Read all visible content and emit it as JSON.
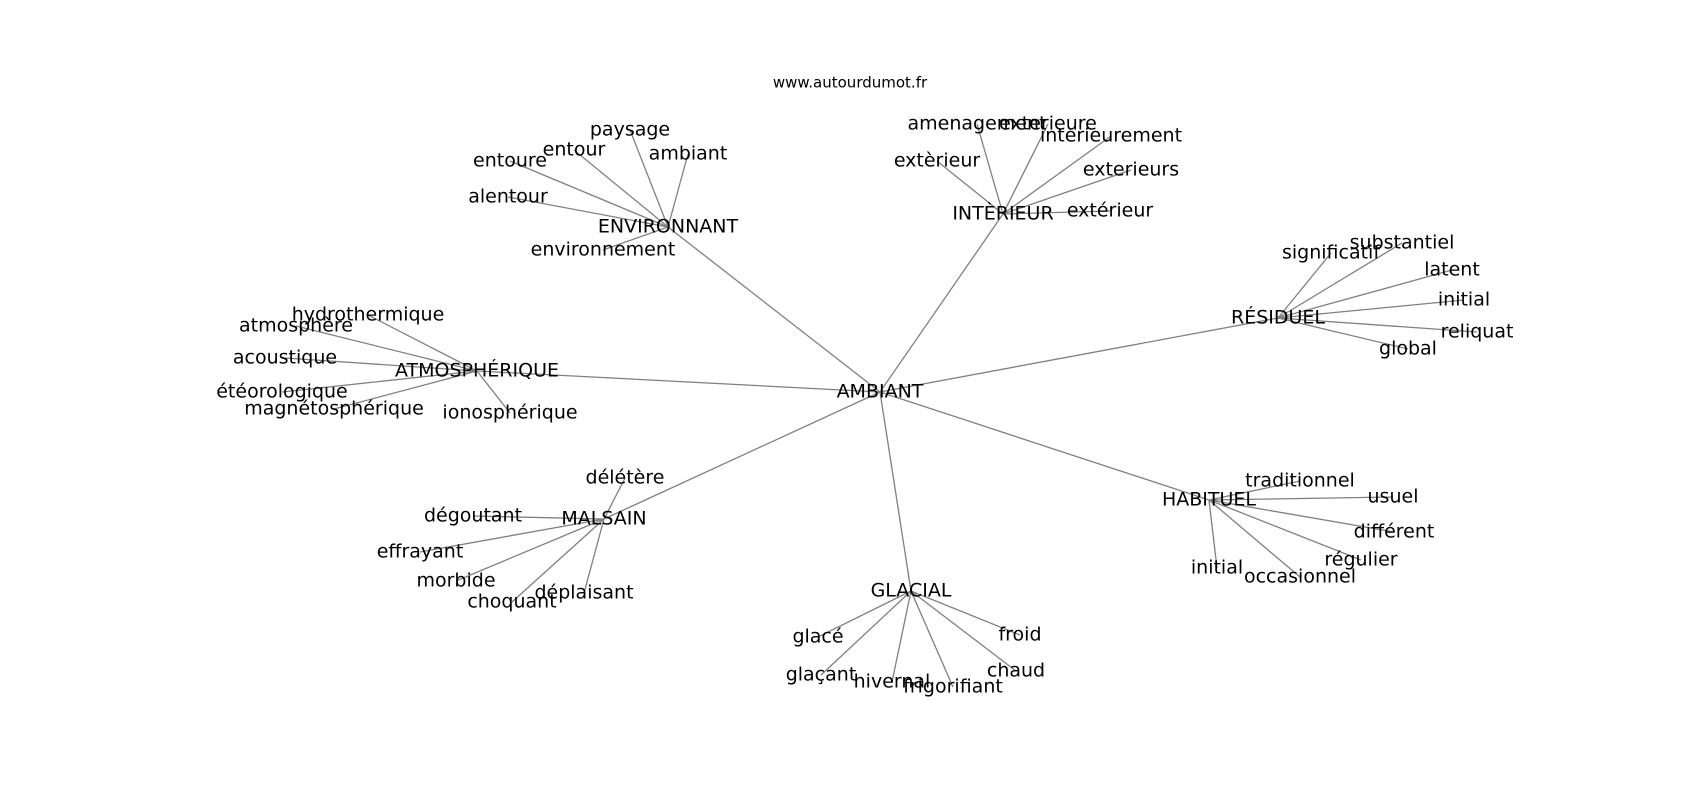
{
  "source": "www.autourdumot.fr",
  "center": "AMBIANT",
  "groups": [
    {
      "label": "ENVIRONNANT",
      "children": [
        "paysage",
        "entour",
        "ambiant",
        "entoure",
        "alentour",
        "environnement"
      ]
    },
    {
      "label": "INTÈRIEUR",
      "children": [
        "amenagement",
        "exterieure",
        "interieurement",
        "extèrieur",
        "exterieurs",
        "extérieur"
      ]
    },
    {
      "label": "RÉSIDUEL",
      "children": [
        "significatif",
        "substantiel",
        "latent",
        "initial",
        "reliquat",
        "global"
      ]
    },
    {
      "label": "ATMOSPHÉRIQUE",
      "children": [
        "hydrothermique",
        "atmosphère",
        "acoustique",
        "étéorologique",
        "magnétosphérique",
        "ionosphérique"
      ]
    },
    {
      "label": "MALSAIN",
      "children": [
        "délétère",
        "dégoutant",
        "effrayant",
        "morbide",
        "choquant",
        "déplaisant"
      ]
    },
    {
      "label": "HABITUEL",
      "children": [
        "traditionnel",
        "usuel",
        "différent",
        "régulier",
        "occasionnel",
        "initial"
      ]
    },
    {
      "label": "GLACIAL",
      "children": [
        "glacé",
        "glaçant",
        "hivernal",
        "frigorifiant",
        "chaud",
        "froid"
      ]
    }
  ]
}
